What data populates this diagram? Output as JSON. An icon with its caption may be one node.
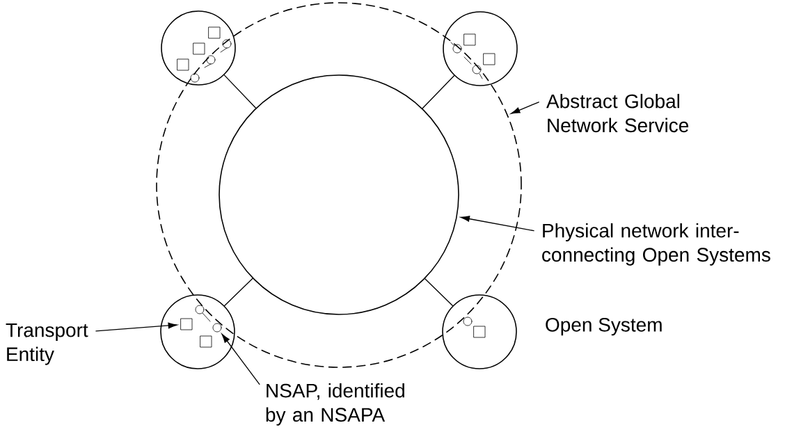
{
  "diagram": {
    "nodes": [
      {
        "text": [],
        "shape": "circle"
      },
      {
        "text": [],
        "shape": "circle",
        "in": 0
      },
      {
        "text": [],
        "shape": "circle"
      },
      {
        "text": [],
        "shape": "circle"
      },
      {
        "text": [],
        "shape": "circle"
      },
      {
        "text": [],
        "shape": "circle"
      },
      {
        "text": [],
        "shape": "box",
        "in": 2
      },
      {
        "text": [],
        "shape": "circle",
        "in": 2
      },
      {
        "text": [],
        "shape": "box",
        "in": 2
      },
      {
        "text": [],
        "shape": "circle",
        "in": 2
      },
      {
        "text": [],
        "shape": "box",
        "in": 2
      },
      {
        "text": [],
        "shape": "circle",
        "in": 2
      },
      {
        "text": [],
        "shape": "box",
        "in": 3
      },
      {
        "text": [],
        "shape": "circle",
        "in": 3
      },
      {
        "text": [],
        "shape": "box",
        "in": 3
      },
      {
        "text": [],
        "shape": "circle",
        "in": 3
      },
      {
        "text": [],
        "shape": "circle",
        "in": 4
      },
      {
        "text": [],
        "shape": "box",
        "in": 4
      },
      {
        "text": [],
        "shape": "circle",
        "in": 4
      },
      {
        "text": [],
        "shape": "box",
        "in": 4
      },
      {
        "text": [],
        "shape": "circle",
        "in": 5
      },
      {
        "text": [],
        "shape": "box",
        "in": 5
      },
      {
        "text": [
          "Abstract Global Network Service"
        ]
      },
      {
        "text": [
          "Physical network inter-connecting Open Systems"
        ]
      },
      {
        "text": [
          "Transport Entity"
        ]
      },
      {
        "text": [
          "NSAP, identified by an NSAPA"
        ]
      }
    ],
    "edges": [
      {
        "from": 1,
        "to": 2,
        "arrow": "none"
      },
      {
        "from": 1,
        "to": 3,
        "arrow": "none"
      },
      {
        "from": 1,
        "to": 4,
        "arrow": "none"
      },
      {
        "from": 1,
        "to": 5,
        "arrow": "none"
      },
      {
        "from": 22,
        "to": 0,
        "arrow": "to"
      },
      {
        "from": 23,
        "to": 1,
        "arrow": "to"
      },
      {
        "from": 24,
        "to": 17,
        "arrow": "to"
      },
      {
        "from": 25,
        "to": 18,
        "arrow": "to"
      }
    ],
    "labels": [
      "Open System"
    ]
  }
}
